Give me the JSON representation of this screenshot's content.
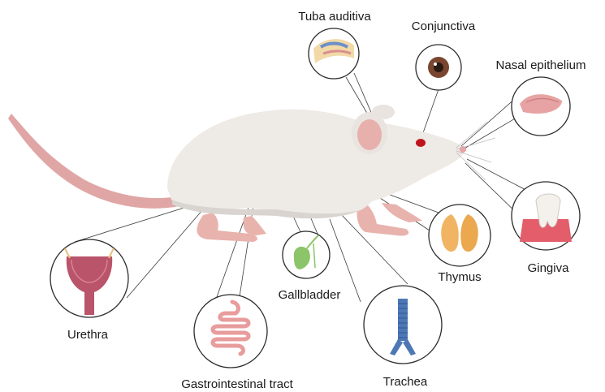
{
  "labels": {
    "tuba_auditiva": "Tuba auditiva",
    "conjunctiva": "Conjunctiva",
    "nasal_epithelium": "Nasal epithelium",
    "gingiva": "Gingiva",
    "thymus": "Thymus",
    "trachea": "Trachea",
    "gallbladder": "Gallbladder",
    "gastrointestinal_tract": "Gastrointestinal tract",
    "urethra": "Urethra"
  },
  "colors": {
    "mouse_body": "#eeeae6",
    "mouse_shadow": "#d9d4cf",
    "tail": "#e0a6a6",
    "paw": "#e8b2ad",
    "eye": "#c0141c",
    "thymus": "#f0b463",
    "trachea": "#4d78b5",
    "gallbladder": "#8cc46a",
    "intestine": "#e89c9c",
    "bladder": "#b9546a",
    "gum": "#e45d6a",
    "nasal": "#e7a3a3"
  }
}
